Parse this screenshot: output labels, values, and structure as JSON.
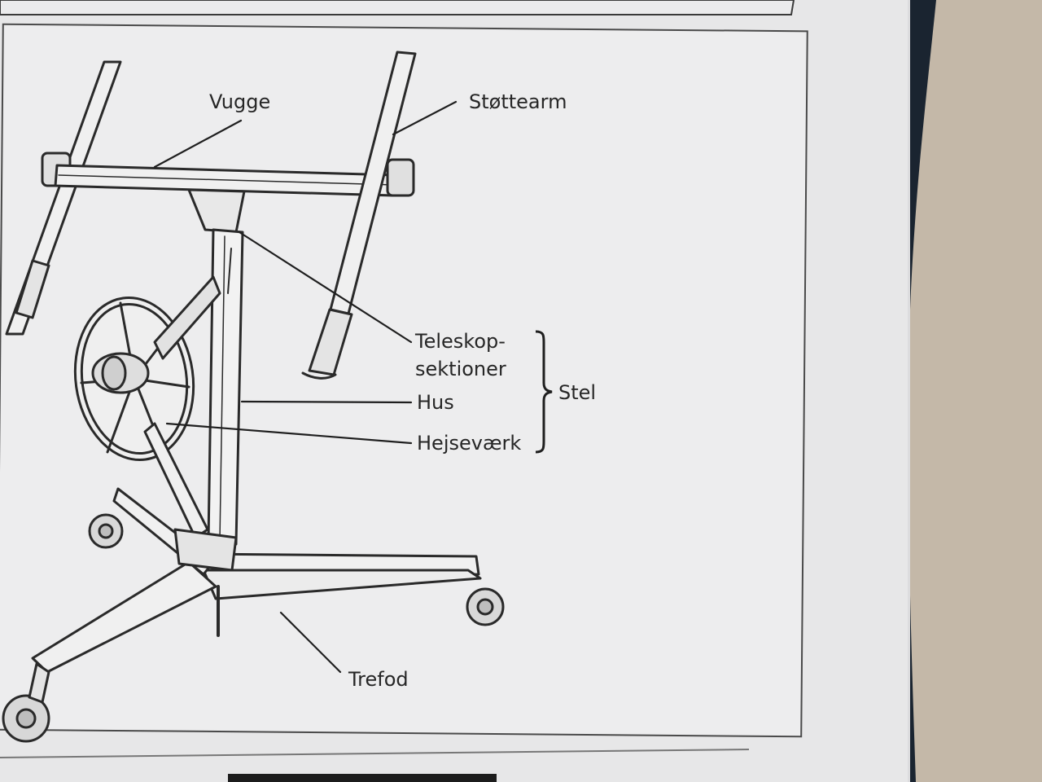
{
  "labels": {
    "vugge": "Vugge",
    "stottearm": "Støttearm",
    "teleskop_line1": "Teleskop-",
    "teleskop_line2": "sektioner",
    "hus": "Hus",
    "hejsevaerk": "Hejseværk",
    "stel": "Stel",
    "trefod": "Trefod"
  },
  "colors": {
    "page": "#e9e9ea",
    "panel": "#ececed",
    "ink": "#262626",
    "background_right": "#c4b8a8",
    "dark_cloth": "#1a2430"
  }
}
